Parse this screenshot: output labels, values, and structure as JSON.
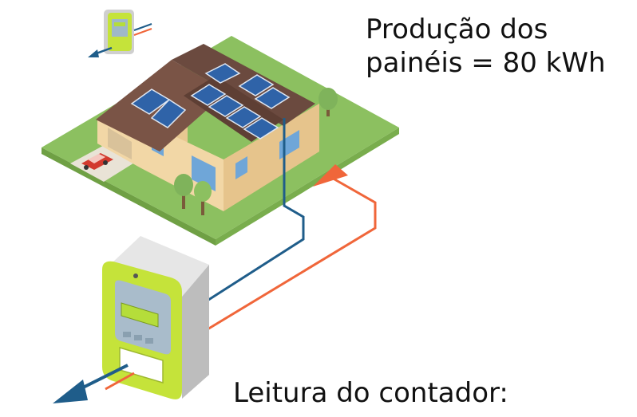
{
  "captions": {
    "production_line1": "Produção dos",
    "production_line2": "painéis = 80 kWh",
    "meter_reading": "Leitura do contador:"
  },
  "icons": [
    "small-meter-icon",
    "house-with-solar-panels",
    "car-icon",
    "tree-icon",
    "smart-meter-icon",
    "export-arrow-icon"
  ],
  "colors": {
    "lawn": "#8cc060",
    "house_wall": "#f2d7a6",
    "roof": "#6b4a3f",
    "solar_panel": "#2f63a8",
    "meter_body": "#c5e33a",
    "meter_screen": "#b5dd3a",
    "line_blue": "#1f5d8a",
    "line_orange": "#f0663a",
    "car": "#d23a2e"
  }
}
